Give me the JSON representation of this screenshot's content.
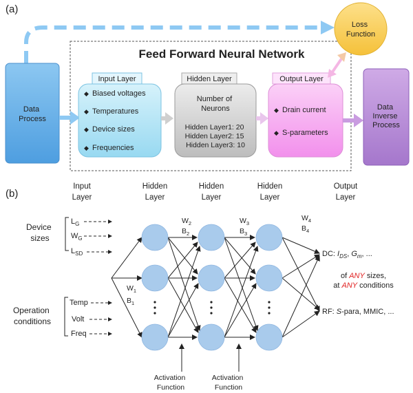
{
  "panel_a": {
    "label": "(a)",
    "data_process": [
      "Data",
      "Process"
    ],
    "loss_function": [
      "Loss",
      "Function"
    ],
    "ffnn_title": "Feed Forward Neural Network",
    "input_layer": {
      "tab": "Input Layer",
      "items": [
        "Biased voltages",
        "Temperatures",
        "Device sizes",
        "Frequencies"
      ]
    },
    "hidden_layer": {
      "tab": "Hidden Layer",
      "lines": [
        "Number of",
        "Neurons"
      ],
      "details": [
        "Hidden Layer1: 20",
        "Hidden Layer2: 15",
        "Hidden Layer3: 10"
      ]
    },
    "output_layer": {
      "tab": "Output Layer",
      "items": [
        "Drain current",
        "S-parameters"
      ]
    },
    "data_inverse": [
      "Data",
      "Inverse",
      "Process"
    ],
    "colors": {
      "blue_box": "#6fb3e8",
      "purple_box": "#b98fd8",
      "loss_yellow": "#f9cf4f",
      "input_fill": "#b7e6f7",
      "hidden_fill": "#d3d3d3",
      "output_fill": "#f7b1f2",
      "neuron_blue": "#a9cbec"
    }
  },
  "panel_b": {
    "label": "(b)",
    "headers": [
      [
        "Input",
        "Layer"
      ],
      [
        "Hidden",
        "Layer"
      ],
      [
        "Hidden",
        "Layer"
      ],
      [
        "Hidden",
        "Layer"
      ],
      [
        "Output",
        "Layer"
      ]
    ],
    "device_sizes": [
      "Device",
      "sizes"
    ],
    "device_inputs": [
      {
        "main": "L",
        "sub": "G"
      },
      {
        "main": "W",
        "sub": "G"
      },
      {
        "main": "L",
        "sub": "SD"
      }
    ],
    "operation_conditions": [
      "Operation",
      "conditions"
    ],
    "operation_inputs": [
      "Temp",
      "Volt",
      "Freq"
    ],
    "weights": [
      {
        "w": "W",
        "wsub": "1",
        "b": "B",
        "bsub": "1"
      },
      {
        "w": "W",
        "wsub": "2",
        "b": "B",
        "bsub": "2"
      },
      {
        "w": "W",
        "wsub": "3",
        "b": "B",
        "bsub": "3"
      },
      {
        "w": "W",
        "wsub": "4",
        "b": "B",
        "bsub": "4"
      }
    ],
    "dc_output": {
      "prefix": "DC: ",
      "i": "I",
      "isub": "DS",
      "sep": ", ",
      "g": "G",
      "gsub": "m",
      "tail": ", ..."
    },
    "any_sizes": {
      "pre": "of ",
      "any": "ANY",
      "post": " sizes,"
    },
    "any_conditions": {
      "pre": "at ",
      "any": "ANY",
      "post": " conditions"
    },
    "rf_output": {
      "pre": "RF: ",
      "italic": "S",
      "post": "-para, MMIC, ..."
    },
    "activation": [
      [
        "Activation",
        "Function"
      ],
      [
        "Activation",
        "Function"
      ]
    ],
    "any_color": "#e02020"
  }
}
